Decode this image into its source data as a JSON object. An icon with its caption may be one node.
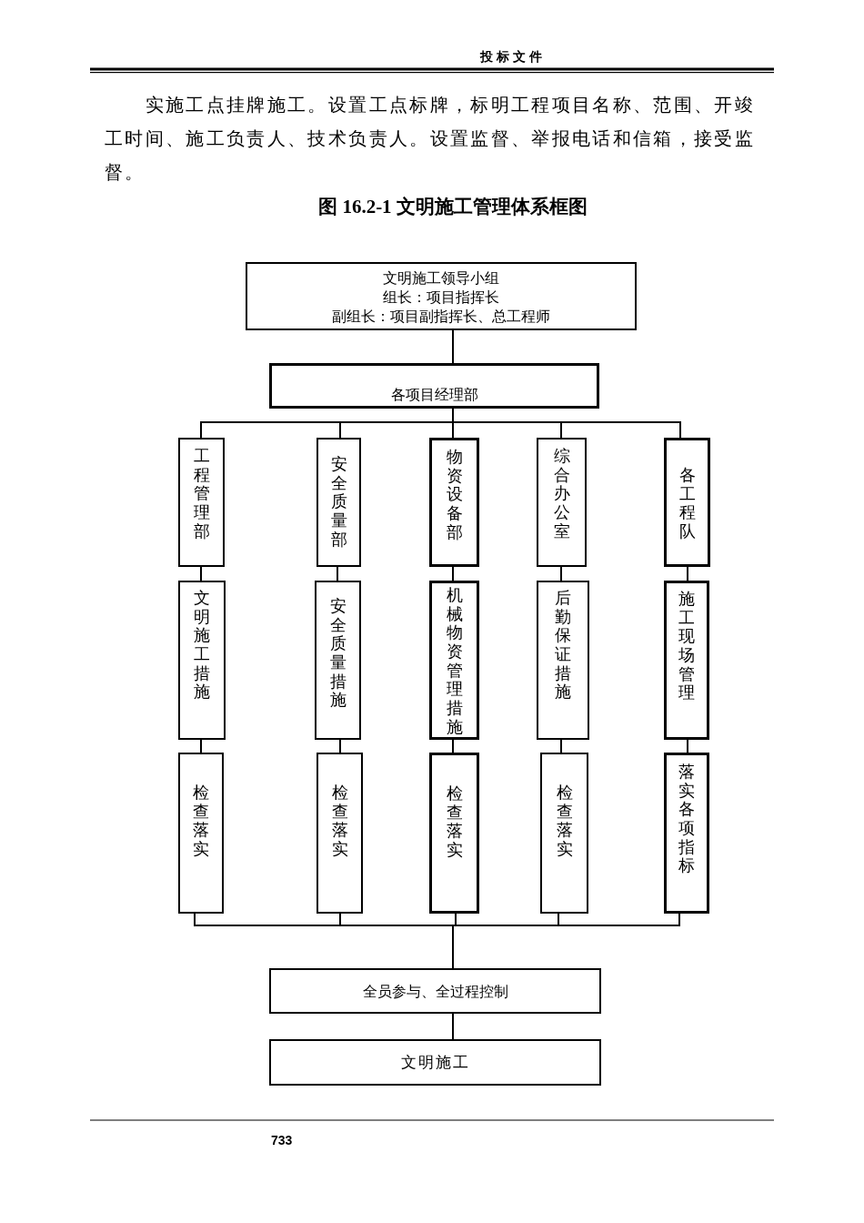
{
  "diagram": {
    "title": "图 16.2-1 文明施工管理体系框图",
    "nodes": [
      {
        "text": [
          "文明施工领导小组",
          "组长：项目指挥长",
          "副组长：项目副指挥长、总工程师"
        ]
      },
      {
        "text": [
          "各项目经理部"
        ]
      },
      {
        "text": [
          "工程管理部"
        ]
      },
      {
        "text": [
          "安全质量部"
        ]
      },
      {
        "text": [
          "物资设备部"
        ]
      },
      {
        "text": [
          "综合办公室"
        ]
      },
      {
        "text": [
          "各工程队"
        ]
      },
      {
        "text": [
          "文明施工措施"
        ]
      },
      {
        "text": [
          "安全质量措施"
        ]
      },
      {
        "text": [
          "机械物资管理措施"
        ]
      },
      {
        "text": [
          "后勤保证措施"
        ]
      },
      {
        "text": [
          "施工现场管理"
        ]
      },
      {
        "text": [
          "检查落实"
        ]
      },
      {
        "text": [
          "检查落实"
        ]
      },
      {
        "text": [
          "检查落实"
        ]
      },
      {
        "text": [
          "检查落实"
        ]
      },
      {
        "text": [
          "落实各项指标"
        ]
      },
      {
        "text": [
          "全员参与、全过程控制"
        ]
      },
      {
        "text": [
          "文明施工"
        ]
      }
    ],
    "edges": [
      {
        "from": 0,
        "to": 1,
        "arrow": "none"
      },
      {
        "from": 1,
        "to": 2,
        "arrow": "none"
      },
      {
        "from": 1,
        "to": 3,
        "arrow": "none"
      },
      {
        "from": 1,
        "to": 4,
        "arrow": "none"
      },
      {
        "from": 1,
        "to": 5,
        "arrow": "none"
      },
      {
        "from": 1,
        "to": 6,
        "arrow": "none"
      },
      {
        "from": 2,
        "to": 7,
        "arrow": "none"
      },
      {
        "from": 3,
        "to": 8,
        "arrow": "none"
      },
      {
        "from": 4,
        "to": 9,
        "arrow": "none"
      },
      {
        "from": 5,
        "to": 10,
        "arrow": "none"
      },
      {
        "from": 6,
        "to": 11,
        "arrow": "none"
      },
      {
        "from": 7,
        "to": 12,
        "arrow": "none"
      },
      {
        "from": 8,
        "to": 13,
        "arrow": "none"
      },
      {
        "from": 9,
        "to": 14,
        "arrow": "none"
      },
      {
        "from": 10,
        "to": 15,
        "arrow": "none"
      },
      {
        "from": 11,
        "to": 16,
        "arrow": "none"
      },
      {
        "from": 12,
        "to": 17,
        "arrow": "none"
      },
      {
        "from": 13,
        "to": 17,
        "arrow": "none"
      },
      {
        "from": 14,
        "to": 17,
        "arrow": "none"
      },
      {
        "from": 15,
        "to": 17,
        "arrow": "none"
      },
      {
        "from": 16,
        "to": 17,
        "arrow": "none"
      },
      {
        "from": 17,
        "to": 18,
        "arrow": "none"
      }
    ],
    "labels": [
      "投标文件",
      "实施工点挂牌施工。设置工点标牌，标明工程项目名称、范围、开竣工时间、施工负责人、技术负责人。设置监督、举报电话和信箱，接受监督。",
      "733"
    ]
  }
}
